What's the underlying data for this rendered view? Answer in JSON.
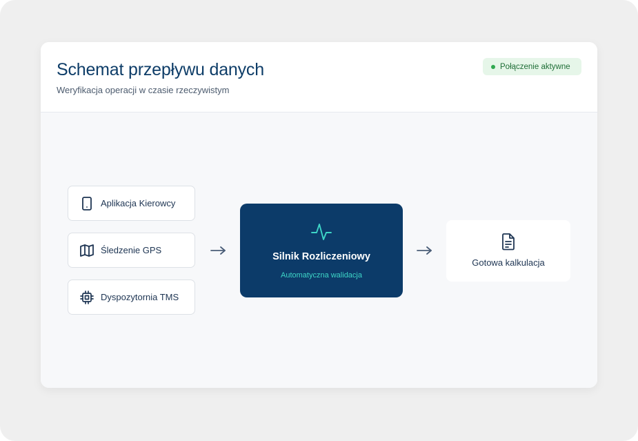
{
  "header": {
    "title": "Schemat przepływu danych",
    "subtitle": "Weryfikacja operacji w czasie rzeczywistym",
    "status_badge": {
      "label": "Połączenie aktywne",
      "color": "#2fa84f"
    }
  },
  "sources": [
    {
      "label": "Aplikacja Kierowcy",
      "icon": "smartphone-icon"
    },
    {
      "label": "Śledzenie GPS",
      "icon": "map-icon"
    },
    {
      "label": "Dyspozytornia TMS",
      "icon": "cpu-chip-icon"
    }
  ],
  "engine": {
    "title": "Silnik Rozliczeniowy",
    "subtitle": "Automatyczna walidacja",
    "icon": "activity-pulse-icon"
  },
  "result": {
    "label": "Gotowa kalkulacja",
    "icon": "document-icon"
  },
  "colors": {
    "primary": "#0c3b69",
    "accent": "#3ed6c7",
    "success": "#2fa84f"
  }
}
